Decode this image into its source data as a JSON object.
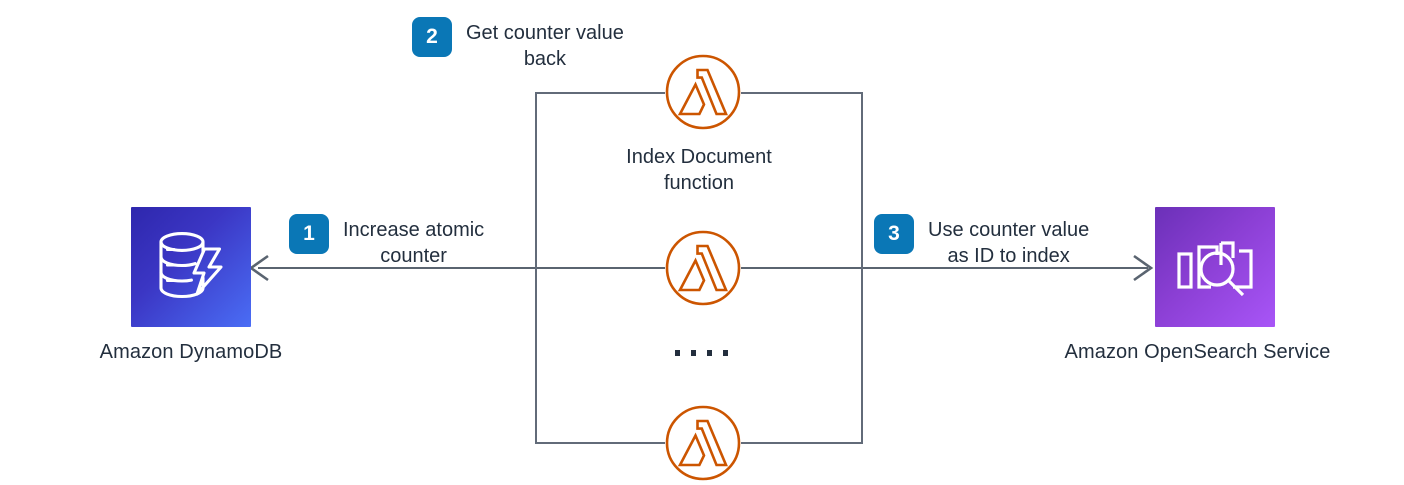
{
  "diagram": {
    "title": "Amazon DynamoDB atomic counter to Amazon OpenSearch Service indexing flow",
    "colors": {
      "step_badge": "#0A77B6",
      "step_badge_text": "#FFFFFF",
      "text": "#232F3E",
      "connector": "#5A6470",
      "box_border": "#626B79",
      "lambda_orange": "#CC5500",
      "dynamodb_gradient_start": "#2E27AD",
      "dynamodb_gradient_end": "#4A6DF5",
      "opensearch_gradient_start": "#6B30B8",
      "opensearch_gradient_end": "#A855F7"
    },
    "services": {
      "left": {
        "label": "Amazon DynamoDB",
        "icon": "dynamodb-icon"
      },
      "right": {
        "label": "Amazon OpenSearch Service",
        "icon": "opensearch-icon"
      }
    },
    "function_group": {
      "label": "Index Document\nfunction",
      "icon": "aws-lambda-icon",
      "ellipsis": "....",
      "instances": 3
    },
    "steps": [
      {
        "number": "1",
        "label": "Increase atomic\ncounter"
      },
      {
        "number": "2",
        "label": "Get counter value\nback"
      },
      {
        "number": "3",
        "label": "Use counter value\nas ID to index"
      }
    ],
    "connectors": [
      {
        "name": "lambda-to-dynamodb-arrow",
        "direction": "left"
      },
      {
        "name": "lambda-to-opensearch-arrow",
        "direction": "right"
      }
    ]
  }
}
